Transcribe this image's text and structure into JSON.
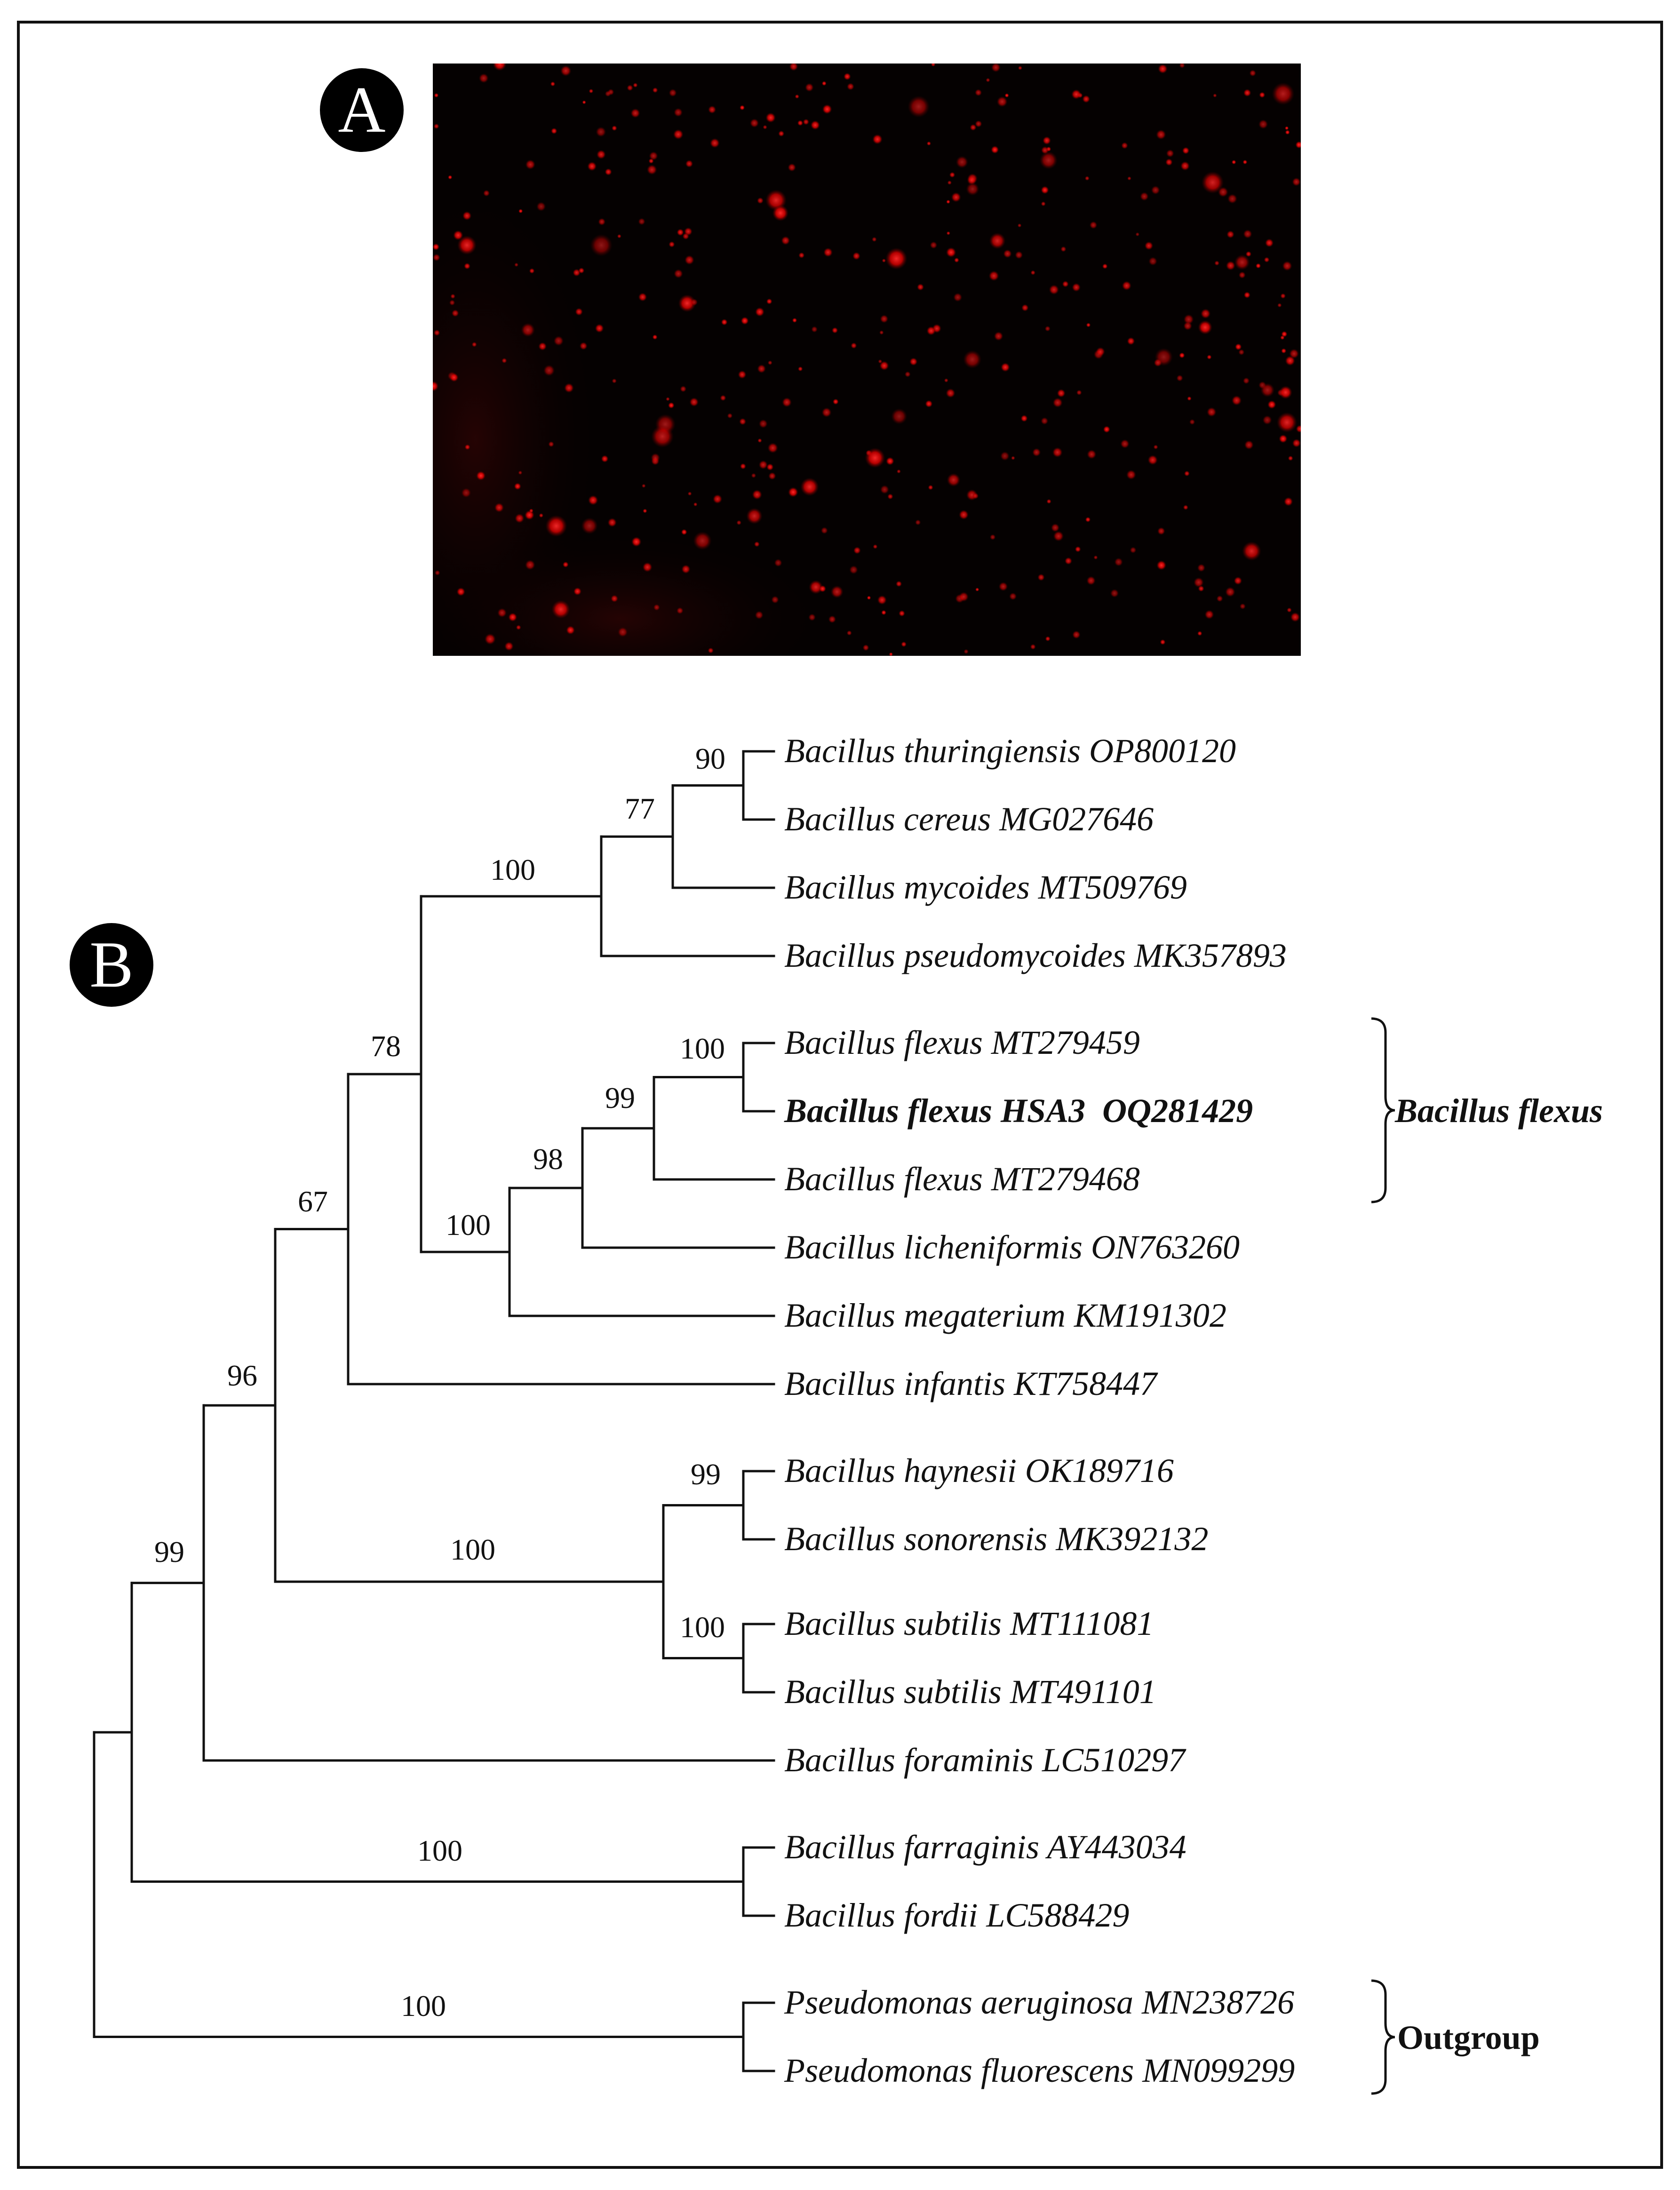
{
  "panels": {
    "a_label": "A",
    "b_label": "B"
  },
  "micrograph": {
    "background": "#050101",
    "spot_color": "#ff1a1a"
  },
  "tree": {
    "line_color": "#111111",
    "taxa": [
      {
        "label": "Bacillus thuringiensis OP800120",
        "bold": false
      },
      {
        "label": "Bacillus cereus MG027646",
        "bold": false
      },
      {
        "label": "Bacillus mycoides MT509769",
        "bold": false
      },
      {
        "label": "Bacillus pseudomycoides MK357893",
        "bold": false
      },
      {
        "label": "Bacillus flexus MT279459",
        "bold": false
      },
      {
        "label": "Bacillus flexus HSA3  OQ281429",
        "bold": true
      },
      {
        "label": "Bacillus flexus MT279468",
        "bold": false
      },
      {
        "label": "Bacillus licheniformis ON763260",
        "bold": false
      },
      {
        "label": "Bacillus megaterium KM191302",
        "bold": false
      },
      {
        "label": "Bacillus infantis KT758447",
        "bold": false
      },
      {
        "label": "Bacillus haynesii OK189716",
        "bold": false
      },
      {
        "label": "Bacillus sonorensis MK392132",
        "bold": false
      },
      {
        "label": "Bacillus subtilis MT111081",
        "bold": false
      },
      {
        "label": "Bacillus subtilis MT491101",
        "bold": false
      },
      {
        "label": "Bacillus foraminis LC510297",
        "bold": false
      },
      {
        "label": "Bacillus farraginis AY443034",
        "bold": false
      },
      {
        "label": "Bacillus fordii LC588429",
        "bold": false
      },
      {
        "label": "Pseudomonas aeruginosa MN238726",
        "bold": false
      },
      {
        "label": "Pseudomonas fluorescens MN099299",
        "bold": false
      }
    ],
    "bootstrap": {
      "thuringiensis_cereus": "90",
      "cereus_group_mycoides": "77",
      "cereus_group": "100",
      "flexus_pair": "100",
      "flexus_clade": "99",
      "flexus_licheniformis": "98",
      "flexus_megaterium": "100",
      "cereus_flexus_clades": "78",
      "with_infantis": "67",
      "with_subtilis_group": "96",
      "with_foraminis": "99",
      "haynesii_sonorensis": "99",
      "subtilis_pair": "100",
      "subtilis_group": "100",
      "farraginis_fordii": "100",
      "outgroup": "100"
    },
    "groups": {
      "flexus": "Bacillus flexus",
      "outgroup": "Outgroup"
    }
  }
}
